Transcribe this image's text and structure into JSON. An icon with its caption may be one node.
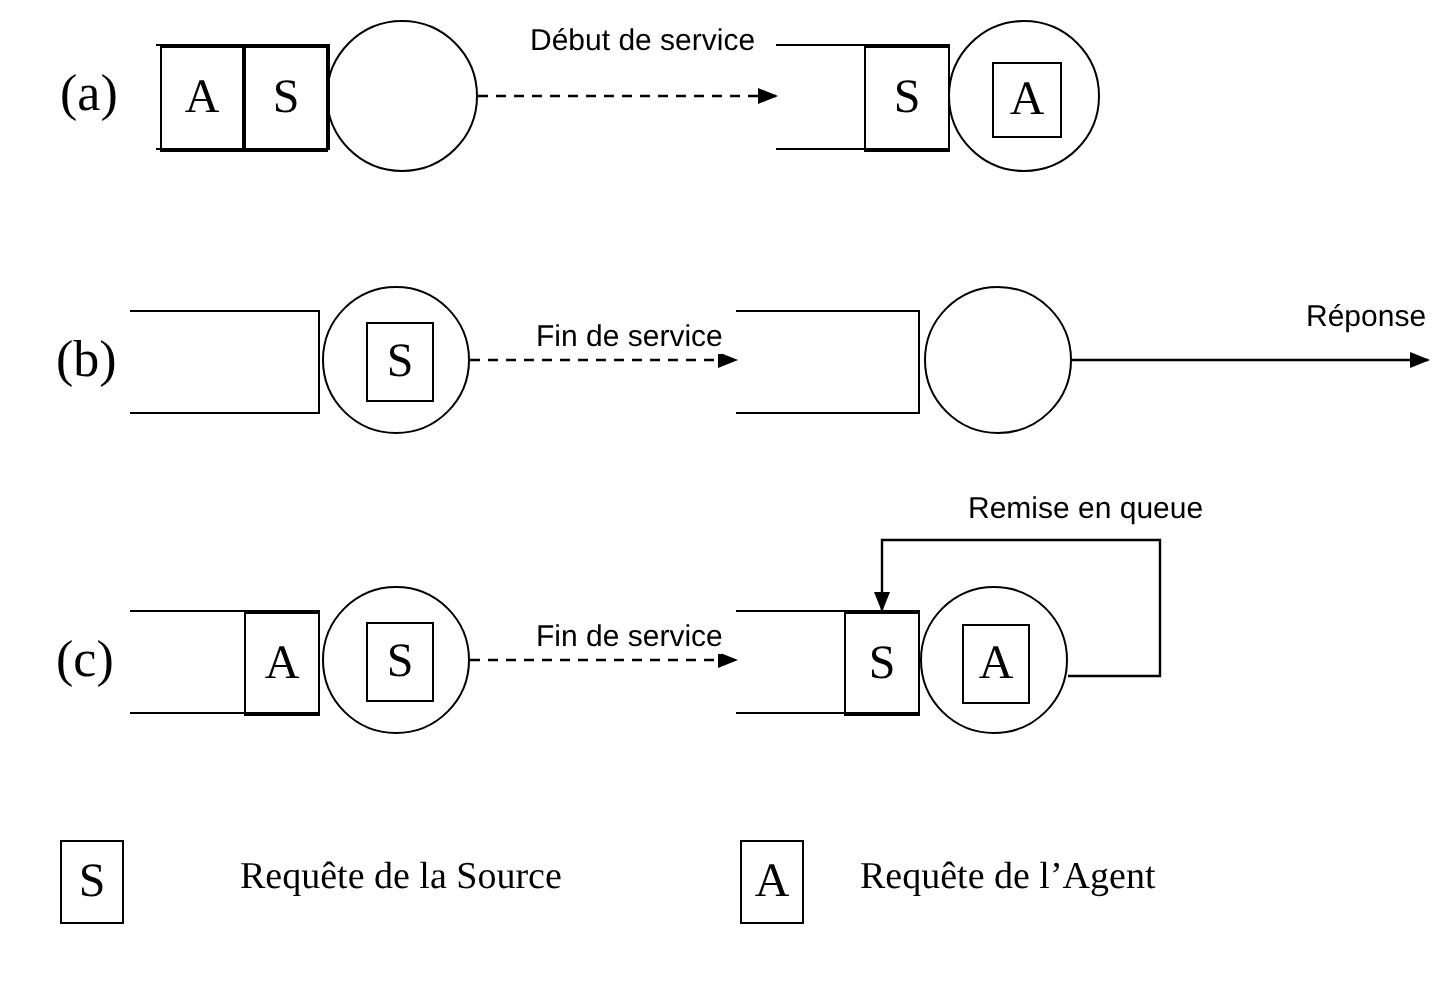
{
  "diagram": {
    "nodes": [
      {
        "text": [],
        "shape": "box"
      },
      {
        "text": [
          "A"
        ],
        "in": 0
      },
      {
        "text": [
          "S"
        ],
        "in": 0
      },
      {
        "text": [],
        "shape": "circle"
      },
      {
        "text": [],
        "shape": "box"
      },
      {
        "text": [
          "S"
        ],
        "in": 4
      },
      {
        "text": [],
        "shape": "circle"
      },
      {
        "text": [
          "A"
        ],
        "in": 6
      },
      {
        "text": [],
        "shape": "box"
      },
      {
        "text": [],
        "shape": "circle"
      },
      {
        "text": [
          "S"
        ],
        "in": 9
      },
      {
        "text": [],
        "shape": "box"
      },
      {
        "text": [],
        "shape": "circle"
      },
      {
        "text": [],
        "shape": "box"
      },
      {
        "text": [
          "A"
        ],
        "in": 13
      },
      {
        "text": [],
        "shape": "circle"
      },
      {
        "text": [
          "S"
        ],
        "in": 15
      },
      {
        "text": [],
        "shape": "box"
      },
      {
        "text": [
          "S"
        ],
        "in": 17
      },
      {
        "text": [],
        "shape": "circle"
      },
      {
        "text": [
          "A"
        ],
        "in": 19
      },
      {
        "text": [
          "S"
        ],
        "beside": [
          "Requête de la Source"
        ]
      },
      {
        "text": [
          "A"
        ],
        "beside": [
          "Requête de l’Agent"
        ]
      }
    ],
    "edges": [
      {
        "from": 3,
        "to": 4,
        "arrow": "to",
        "label": "Début de service",
        "style": "dashed"
      },
      {
        "from": 9,
        "to": 11,
        "arrow": "to",
        "label": "Fin de service",
        "style": "dashed"
      },
      {
        "from": 12,
        "to": null,
        "arrow": "to",
        "label": "Réponse"
      },
      {
        "from": 15,
        "to": 17,
        "arrow": "to",
        "label": "Fin de service",
        "style": "dashed"
      },
      {
        "from": 19,
        "to": 18,
        "arrow": "to",
        "label": "Remise en queue"
      }
    ],
    "labels": [
      "(a)",
      "(b)",
      "(c)"
    ]
  }
}
